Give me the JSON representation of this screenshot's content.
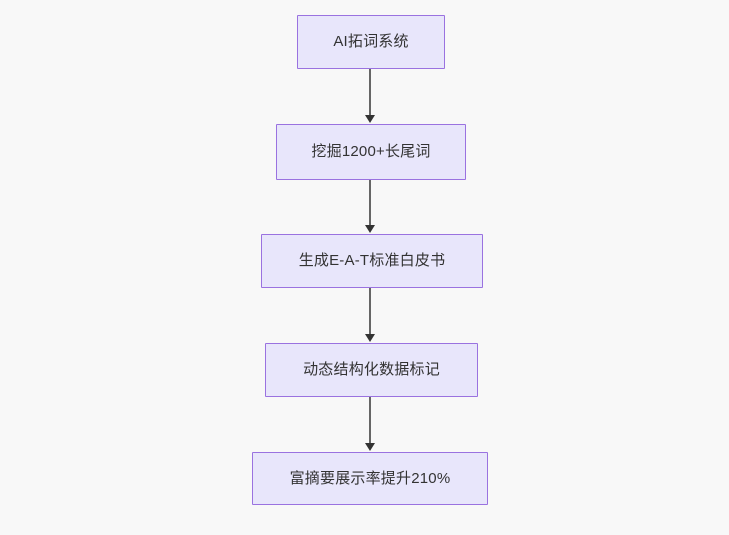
{
  "diagram": {
    "type": "flowchart",
    "orientation": "top-to-bottom",
    "background_color": "#f8f8f8",
    "node_fill_color": "#e8e6fb",
    "node_border_color": "#9a72e0",
    "node_text_color": "#333333",
    "connector_color": "#666666",
    "arrowhead_color": "#333333",
    "nodes": [
      {
        "id": "node-1",
        "label": "AI拓词系统"
      },
      {
        "id": "node-2",
        "label": "挖掘1200+长尾词"
      },
      {
        "id": "node-3",
        "label": "生成E-A-T标准白皮书"
      },
      {
        "id": "node-4",
        "label": "动态结构化数据标记"
      },
      {
        "id": "node-5",
        "label": "富摘要展示率提升210%"
      }
    ],
    "edges": [
      {
        "from": "node-1",
        "to": "node-2"
      },
      {
        "from": "node-2",
        "to": "node-3"
      },
      {
        "from": "node-3",
        "to": "node-4"
      },
      {
        "from": "node-4",
        "to": "node-5"
      }
    ]
  }
}
